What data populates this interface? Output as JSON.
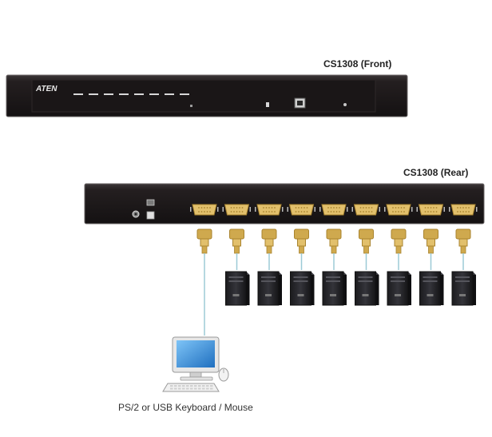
{
  "front": {
    "title": "CS1308 (Front)",
    "brand": "ATEN",
    "port_count": 8
  },
  "rear": {
    "title": "CS1308 (Rear)",
    "computer_count": 8
  },
  "console": {
    "caption": "PS/2 or USB Keyboard / Mouse"
  },
  "colors": {
    "panel": "#1f1a1b",
    "panel_edge": "#5a5556",
    "vga": "#e2c06c",
    "vga_dark": "#a9842f",
    "cable": "#cfa94e",
    "tower": "#2a2a2e",
    "tower_hi": "#55555c",
    "screen": "#2f86d6"
  },
  "icons": {
    "rj45": "rj45-port-icon",
    "power": "power-switch-icon",
    "vga": "vga-connector-icon",
    "tower": "computer-tower-icon",
    "monitor": "monitor-icon",
    "keyboard": "keyboard-icon",
    "mouse": "mouse-icon"
  }
}
